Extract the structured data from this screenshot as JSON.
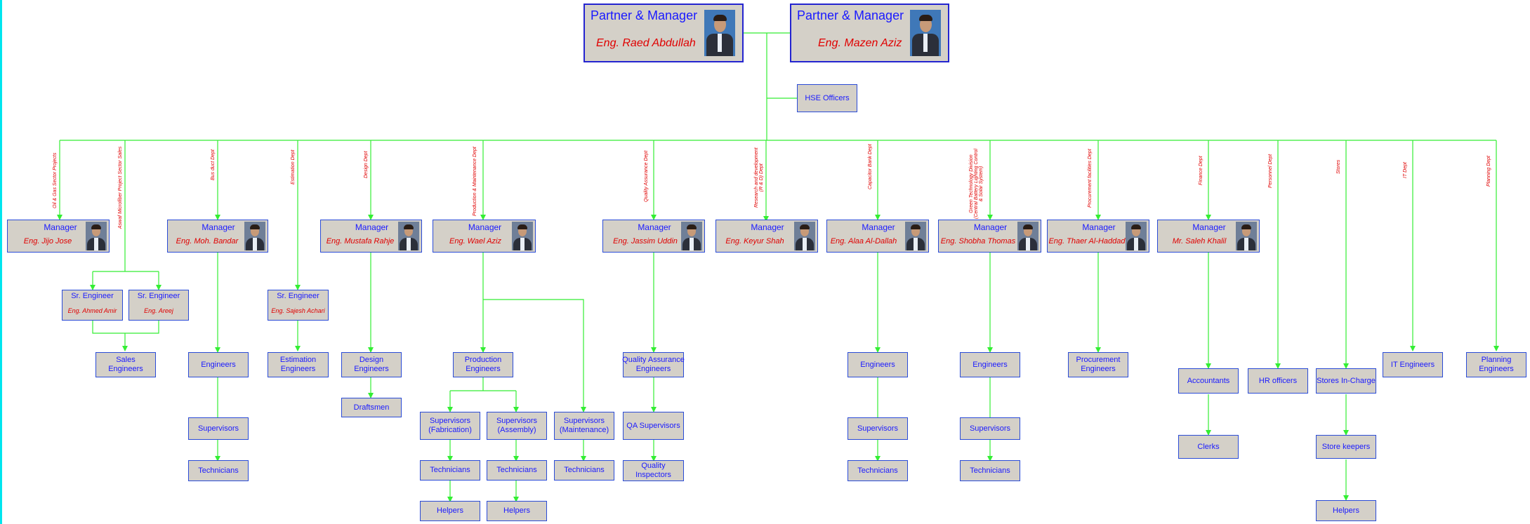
{
  "partners": [
    {
      "title": "Partner & Manager",
      "name": "Eng. Raed Abdullah"
    },
    {
      "title": "Partner & Manager",
      "name": "Eng. Mazen Aziz"
    }
  ],
  "hse": "HSE Officers",
  "dept_labels": [
    "Oil & Gas Sector Projects",
    "Aswaf Microfiber Project Sector Sales",
    "Bus duct Dept",
    "Estimation Dept",
    "Design Dept",
    "Production & Maintenance Dept",
    "Quality Assurance Dept",
    "Research and development\n(R & D) Dept",
    "Capacitor Bank Dept",
    "Green Technology Division\n(Central Battery Lighting Control\n& Solar System)",
    "Procurement  facilities Dept",
    "Finance Dept",
    "Personnel Dept",
    "Stores",
    "IT Dept",
    "Planning Dept"
  ],
  "managers": [
    {
      "title": "Manager",
      "name": "Eng. Jijo Jose"
    },
    {
      "title": "Manager",
      "name": "Eng. Moh. Bandar"
    },
    {
      "title": "Manager",
      "name": "Eng. Mustafa Rahje"
    },
    {
      "title": "Manager",
      "name": "Eng. Wael Aziz"
    },
    {
      "title": "Manager",
      "name": "Eng. Jassim Uddin"
    },
    {
      "title": "Manager",
      "name": "Eng. Keyur Shah"
    },
    {
      "title": "Manager",
      "name": "Eng. Alaa Al-Dallah"
    },
    {
      "title": "Manager",
      "name": "Eng. Shobha Thomas"
    },
    {
      "title": "Manager",
      "name": "Eng. Thaer  Al-Haddad"
    },
    {
      "title": "Manager",
      "name": "Mr. Saleh Khalil"
    }
  ],
  "senior_engineers": [
    {
      "title": "Sr. Engineer",
      "name": "Eng. Ahmed Amir"
    },
    {
      "title": "Sr. Engineer",
      "name": "Eng. Areej"
    },
    {
      "title": "Sr. Engineer",
      "name": "Eng. Sajesh Achari"
    }
  ],
  "units": {
    "sales_engineers": "Sales\nEngineers",
    "busduct_engineers": "Engineers",
    "busduct_supervisors": "Supervisors",
    "busduct_technicians": "Technicians",
    "estimation_engineers": "Estimation\nEngineers",
    "design_engineers": "Design\nEngineers",
    "draftsmen": "Draftsmen",
    "production_engineers": "Production\nEngineers",
    "sup_fabrication": "Supervisors\n(Fabrication)",
    "sup_assembly": "Supervisors\n(Assembly)",
    "sup_maintenance": "Supervisors\n(Maintenance)",
    "tech_fabrication": "Technicians",
    "tech_assembly": "Technicians",
    "tech_maintenance": "Technicians",
    "helpers_fabrication": "Helpers",
    "helpers_assembly": "Helpers",
    "qa_engineers": "Quality Assurance\nEngineers",
    "qa_supervisors": "QA Supervisors",
    "quality_inspectors": "Quality\nInspectors",
    "cap_engineers": "Engineers",
    "cap_supervisors": "Supervisors",
    "cap_technicians": "Technicians",
    "green_engineers": "Engineers",
    "green_supervisors": "Supervisors",
    "green_technicians": "Technicians",
    "procurement_engineers": "Procurement\nEngineers",
    "accountants": "Accountants",
    "clerks": "Clerks",
    "hr_officers": "HR officers",
    "stores_in_charge": "Stores In-Charge",
    "store_keepers": "Store keepers",
    "stores_helpers": "Helpers",
    "it_engineers": "IT Engineers",
    "planning_engineers": "Planning\nEngineers"
  },
  "colors": {
    "connector": "#33ee33",
    "box_fill": "#d4d0c8",
    "box_border": "#2a4bd7",
    "title_text": "#1a1aff",
    "name_text": "#e00000"
  }
}
